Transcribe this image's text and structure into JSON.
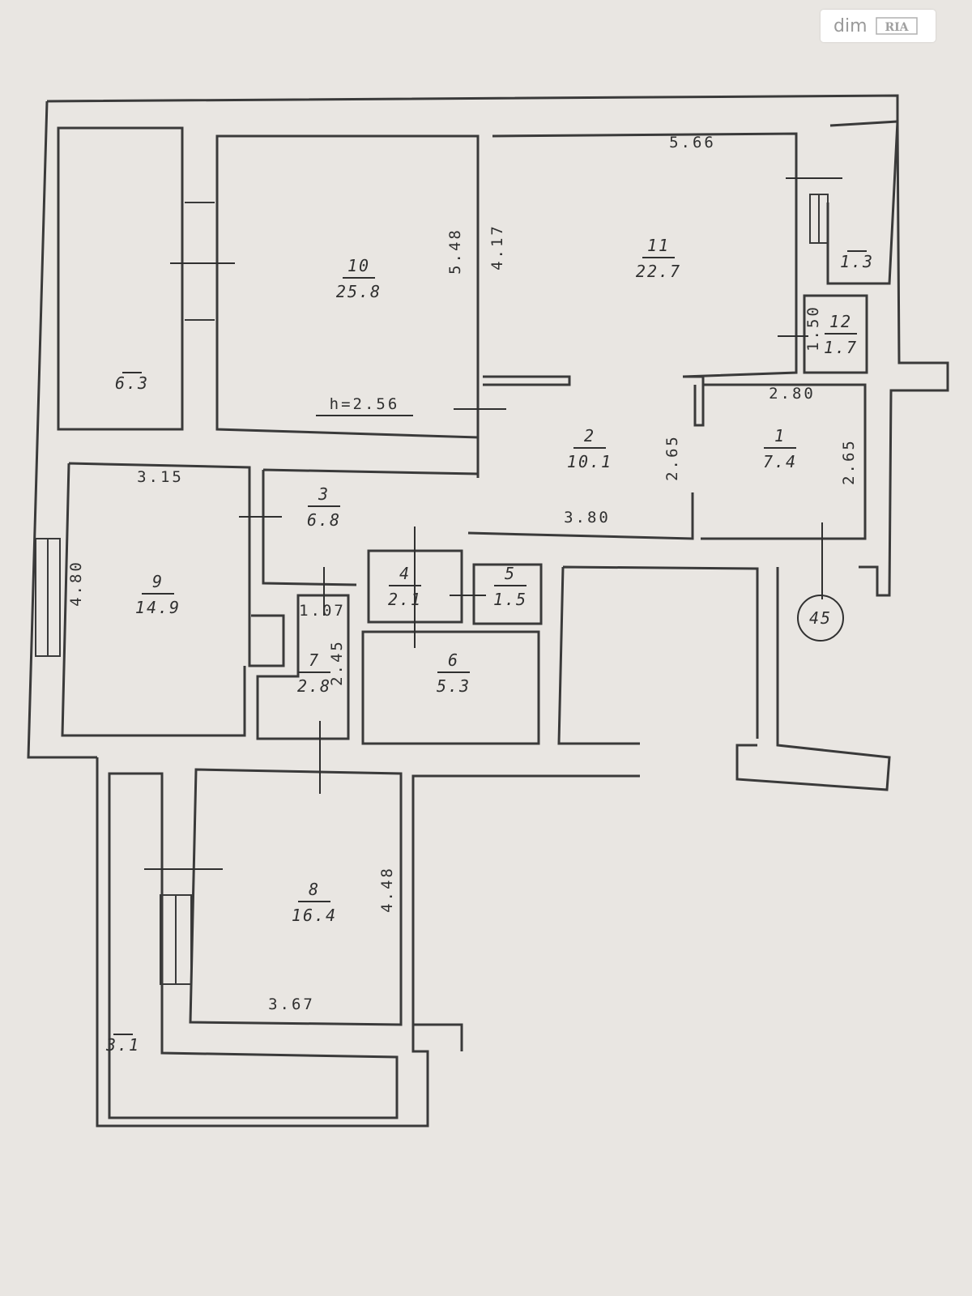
{
  "watermark": {
    "text": "dim",
    "logo_text": "RIA"
  },
  "rooms": [
    {
      "id": "r1",
      "number": "1",
      "area": "7.4"
    },
    {
      "id": "r2",
      "number": "2",
      "area": "10.1"
    },
    {
      "id": "r3",
      "number": "3",
      "area": "6.8"
    },
    {
      "id": "r4",
      "number": "4",
      "area": "2.1"
    },
    {
      "id": "r5",
      "number": "5",
      "area": "1.5"
    },
    {
      "id": "r6",
      "number": "6",
      "area": "5.3"
    },
    {
      "id": "r7",
      "number": "7",
      "area": "2.8"
    },
    {
      "id": "r8",
      "number": "8",
      "area": "16.4"
    },
    {
      "id": "r9",
      "number": "9",
      "area": "14.9"
    },
    {
      "id": "r10",
      "number": "10",
      "area": "25.8"
    },
    {
      "id": "r11",
      "number": "11",
      "area": "22.7"
    },
    {
      "id": "r12",
      "number": "12",
      "area": "1.7"
    }
  ],
  "balconies": [
    {
      "id": "b1",
      "area": "6.3"
    },
    {
      "id": "b2",
      "area": "1.3"
    },
    {
      "id": "b3",
      "area": "3.1"
    }
  ],
  "dimensions": [
    {
      "id": "d-r11-width",
      "value": "5.66"
    },
    {
      "id": "d-r10-height",
      "value": "5.48"
    },
    {
      "id": "d-r11-height",
      "value": "4.17"
    },
    {
      "id": "d-ceiling",
      "value": "h=2.56"
    },
    {
      "id": "d-r1-width",
      "value": "2.80"
    },
    {
      "id": "d-r1-height-l",
      "value": "2.65"
    },
    {
      "id": "d-r1-height-r",
      "value": "2.65"
    },
    {
      "id": "d-r2-width",
      "value": "3.80"
    },
    {
      "id": "d-r9-width",
      "value": "3.15"
    },
    {
      "id": "d-r9-height",
      "value": "4.80"
    },
    {
      "id": "d-r7-width",
      "value": "1.07"
    },
    {
      "id": "d-r7-height",
      "value": "2.45"
    },
    {
      "id": "d-r8-height",
      "value": "4.48"
    },
    {
      "id": "d-r8-width",
      "value": "3.67"
    },
    {
      "id": "d-r12-width",
      "value": "1.50"
    }
  ],
  "apartment_number": "45"
}
